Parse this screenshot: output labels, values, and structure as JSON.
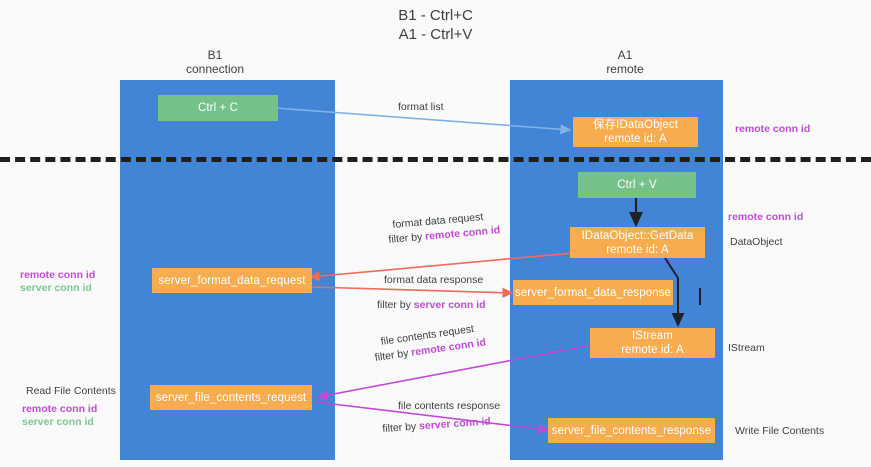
{
  "title": {
    "line1": "B1 - Ctrl+C",
    "line2": "A1 - Ctrl+V"
  },
  "columns": [
    {
      "name": "B1",
      "role": "connection"
    },
    {
      "name": "A1",
      "role": "remote"
    }
  ],
  "nodes": {
    "ctrl_c": "Ctrl + C",
    "save_idataobject": "保存IDataObject\nremote id: A",
    "ctrl_v": "Ctrl + V",
    "getdata": "IDataObject::GetData\nremote id: A",
    "server_format_data_request": "server_format_data_request",
    "server_format_data_response": "server_format_data_response",
    "istream": "IStream\nremote id: A",
    "server_file_contents_request": "server_file_contents_request",
    "server_file_contents_response": "server_file_contents_response"
  },
  "edges": {
    "format_list": "format list",
    "format_data_request": "format data request",
    "format_data_request_filter_prefix": "filter by ",
    "format_data_request_filter_key": "remote conn id",
    "format_data_response": "format data response",
    "format_data_response_filter_prefix": "filter by ",
    "format_data_response_filter_key": "server conn id",
    "file_contents_request": "file contents request",
    "file_contents_request_filter_prefix": "filter by ",
    "file_contents_request_filter_key": "remote conn id",
    "file_contents_response": "file contents response",
    "file_contents_response_filter_prefix": "filter by ",
    "file_contents_response_filter_key": "server conn id"
  },
  "annotations": {
    "right_remote_conn_id_top": "remote conn id",
    "right_remote_conn_id_mid": "remote conn id",
    "right_dataobject": "DataObject",
    "right_istream": "IStream",
    "right_write_file_contents": "Write File Contents",
    "left_remote_conn_id_mid": "remote conn id",
    "left_server_conn_id_mid": "server conn id",
    "left_read_file_contents": "Read File Contents",
    "left_remote_conn_id_bottom": "remote conn id",
    "left_server_conn_id_bottom": "server conn id"
  },
  "colors": {
    "lane": "#4285d6",
    "green_node": "#76c189",
    "orange_node": "#f7ac4f",
    "divider": "#1f1f1f",
    "accent_remote": "#c04bd4",
    "accent_server": "#7ec68f",
    "arrow_blue": "#7fb2e5",
    "arrow_red": "#ef6b5e",
    "arrow_magenta": "#c04bd4",
    "arrow_dark": "#202124",
    "background": "#fafafa"
  }
}
